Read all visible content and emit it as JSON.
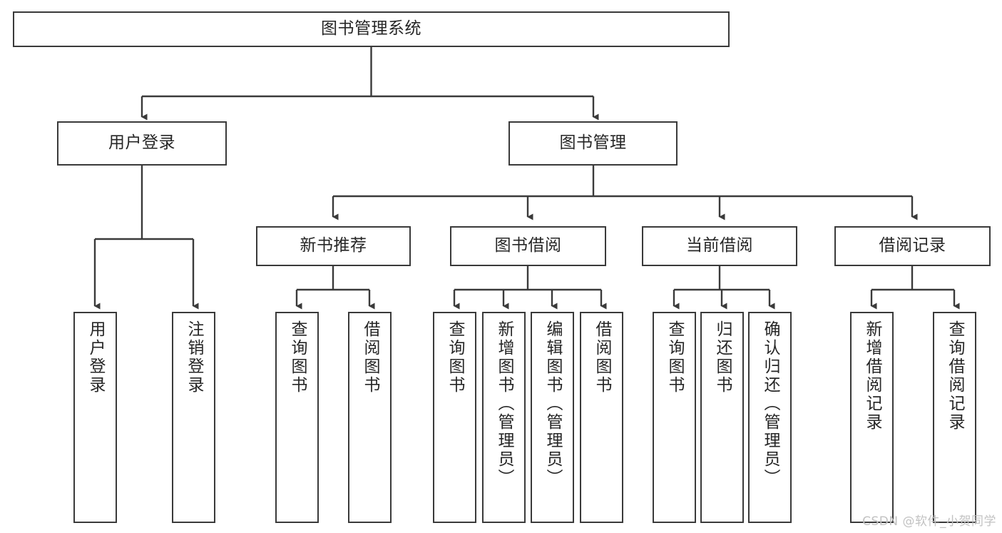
{
  "diagram": {
    "title": "图书管理系统",
    "type": "tree-hierarchy-chart",
    "line_color": "#3a3a3a",
    "box_fill": "#ffffff",
    "text_color": "#262626",
    "watermark": "CSDN @软件_小贺同学"
  },
  "nodes": {
    "root": {
      "label": "图书管理系统"
    },
    "level2": [
      {
        "label": "用户登录"
      },
      {
        "label": "图书管理"
      }
    ],
    "level3": [
      {
        "label": "新书推荐"
      },
      {
        "label": "图书借阅"
      },
      {
        "label": "当前借阅"
      },
      {
        "label": "借阅记录"
      }
    ],
    "leaves_user_login": [
      {
        "label": "用户登录"
      },
      {
        "label": "注销登录"
      }
    ],
    "leaves_new_book": [
      {
        "label": "查询图书"
      },
      {
        "label": "借阅图书"
      }
    ],
    "leaves_borrow": [
      {
        "label": "查询图书"
      },
      {
        "label": "新增图书（管理员）"
      },
      {
        "label": "编辑图书（管理员）"
      },
      {
        "label": "借阅图书"
      }
    ],
    "leaves_current": [
      {
        "label": "查询图书"
      },
      {
        "label": "归还图书"
      },
      {
        "label": "确认归还（管理员）"
      }
    ],
    "leaves_records": [
      {
        "label": "新增借阅记录"
      },
      {
        "label": "查询借阅记录"
      }
    ]
  }
}
